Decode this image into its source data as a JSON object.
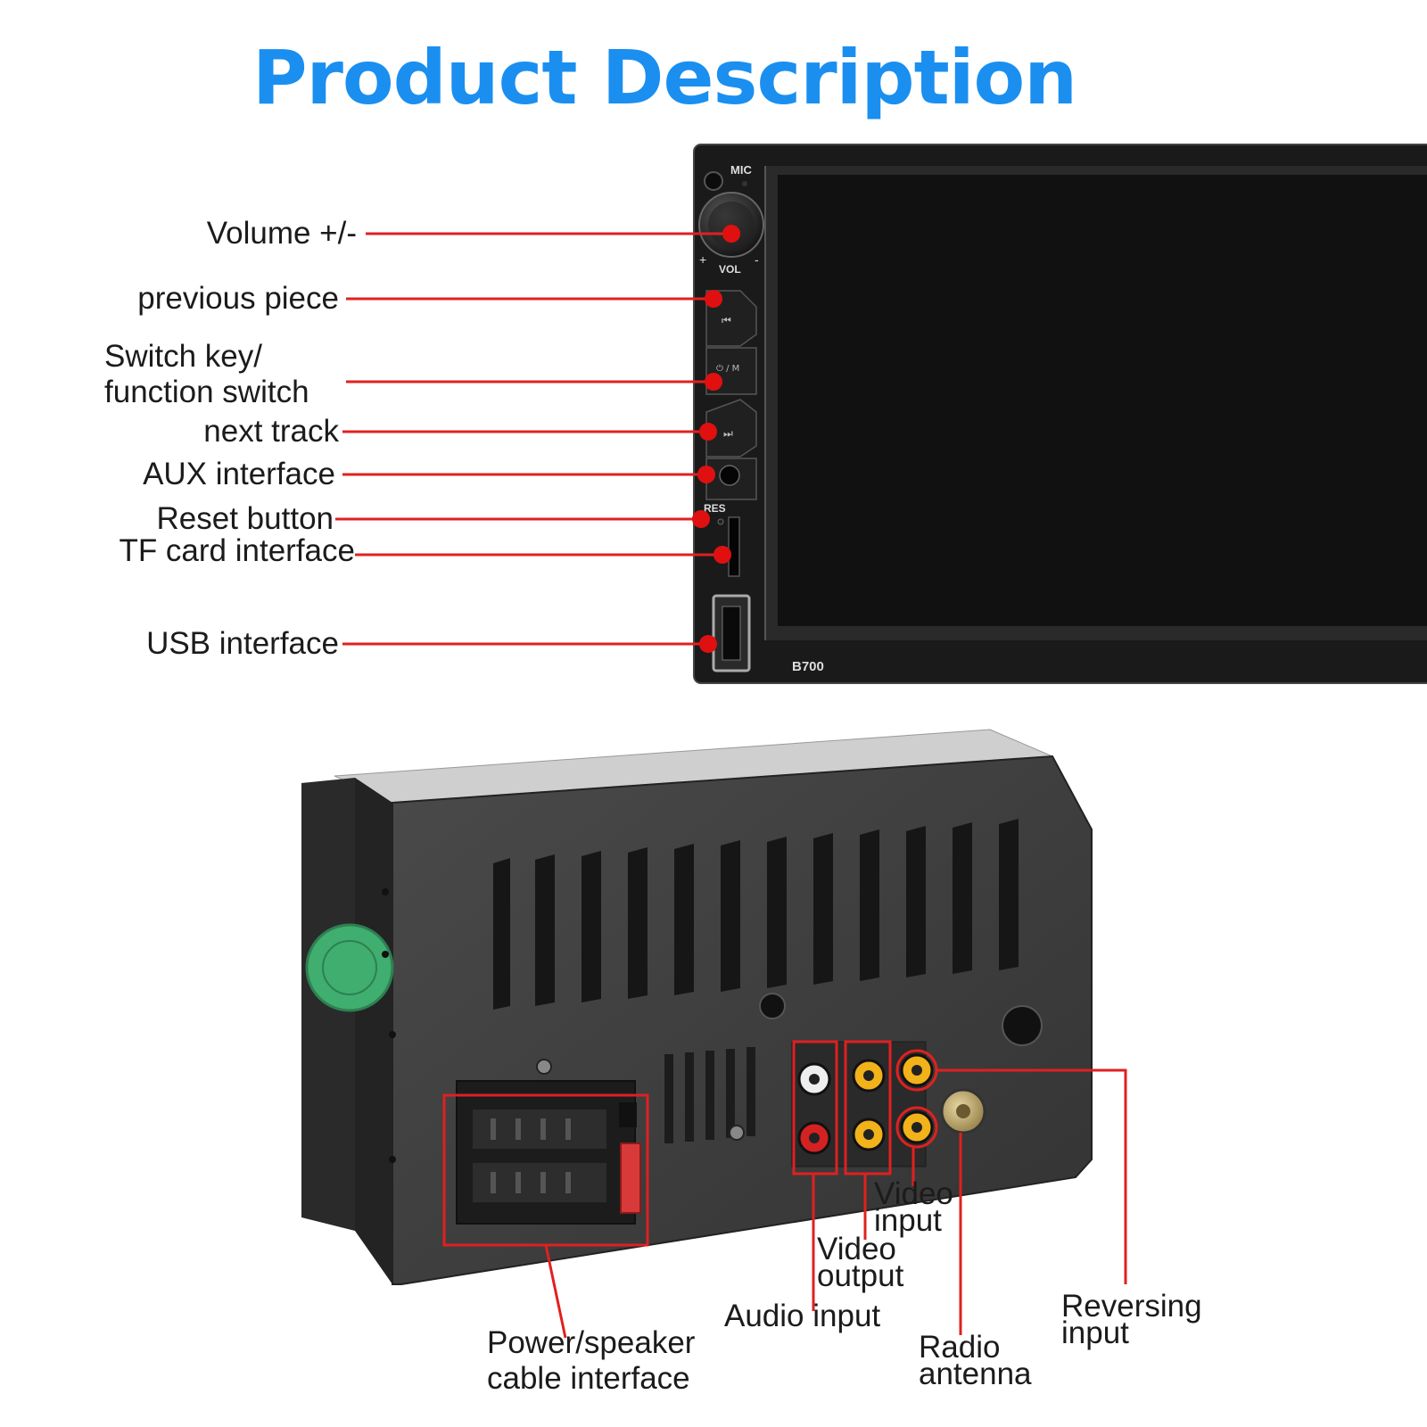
{
  "title": "Product Description",
  "front_labels": {
    "volume": "Volume +/-",
    "previous": "previous piece",
    "switch_line1": "Switch key/",
    "switch_line2": "function switch",
    "next": "next track",
    "aux": "AUX interface",
    "reset": "Reset button",
    "tf": "TF card interface",
    "usb": "USB interface"
  },
  "device_markings": {
    "mic": "MIC",
    "vol": "VOL",
    "res": "RES",
    "model": "B700",
    "power_mode": "⏻ / M"
  },
  "rear_labels": {
    "power_line1": "Power/speaker",
    "power_line2": "cable interface",
    "audio_input": "Audio input",
    "video_output_line1": "Video",
    "video_output_line2": "output",
    "video_input_line1": "Video",
    "video_input_line2": "input",
    "radio_line1": "Radio",
    "radio_line2": "antenna",
    "reversing_line1": "Reversing",
    "reversing_line2": "input"
  },
  "colors": {
    "title": "#1a8ff0",
    "callout_line": "#e02020",
    "callout_dot": "#e01010",
    "label_text": "#1b1b1b",
    "device_body": "#151515",
    "rear_body": "#3f3f3f"
  }
}
